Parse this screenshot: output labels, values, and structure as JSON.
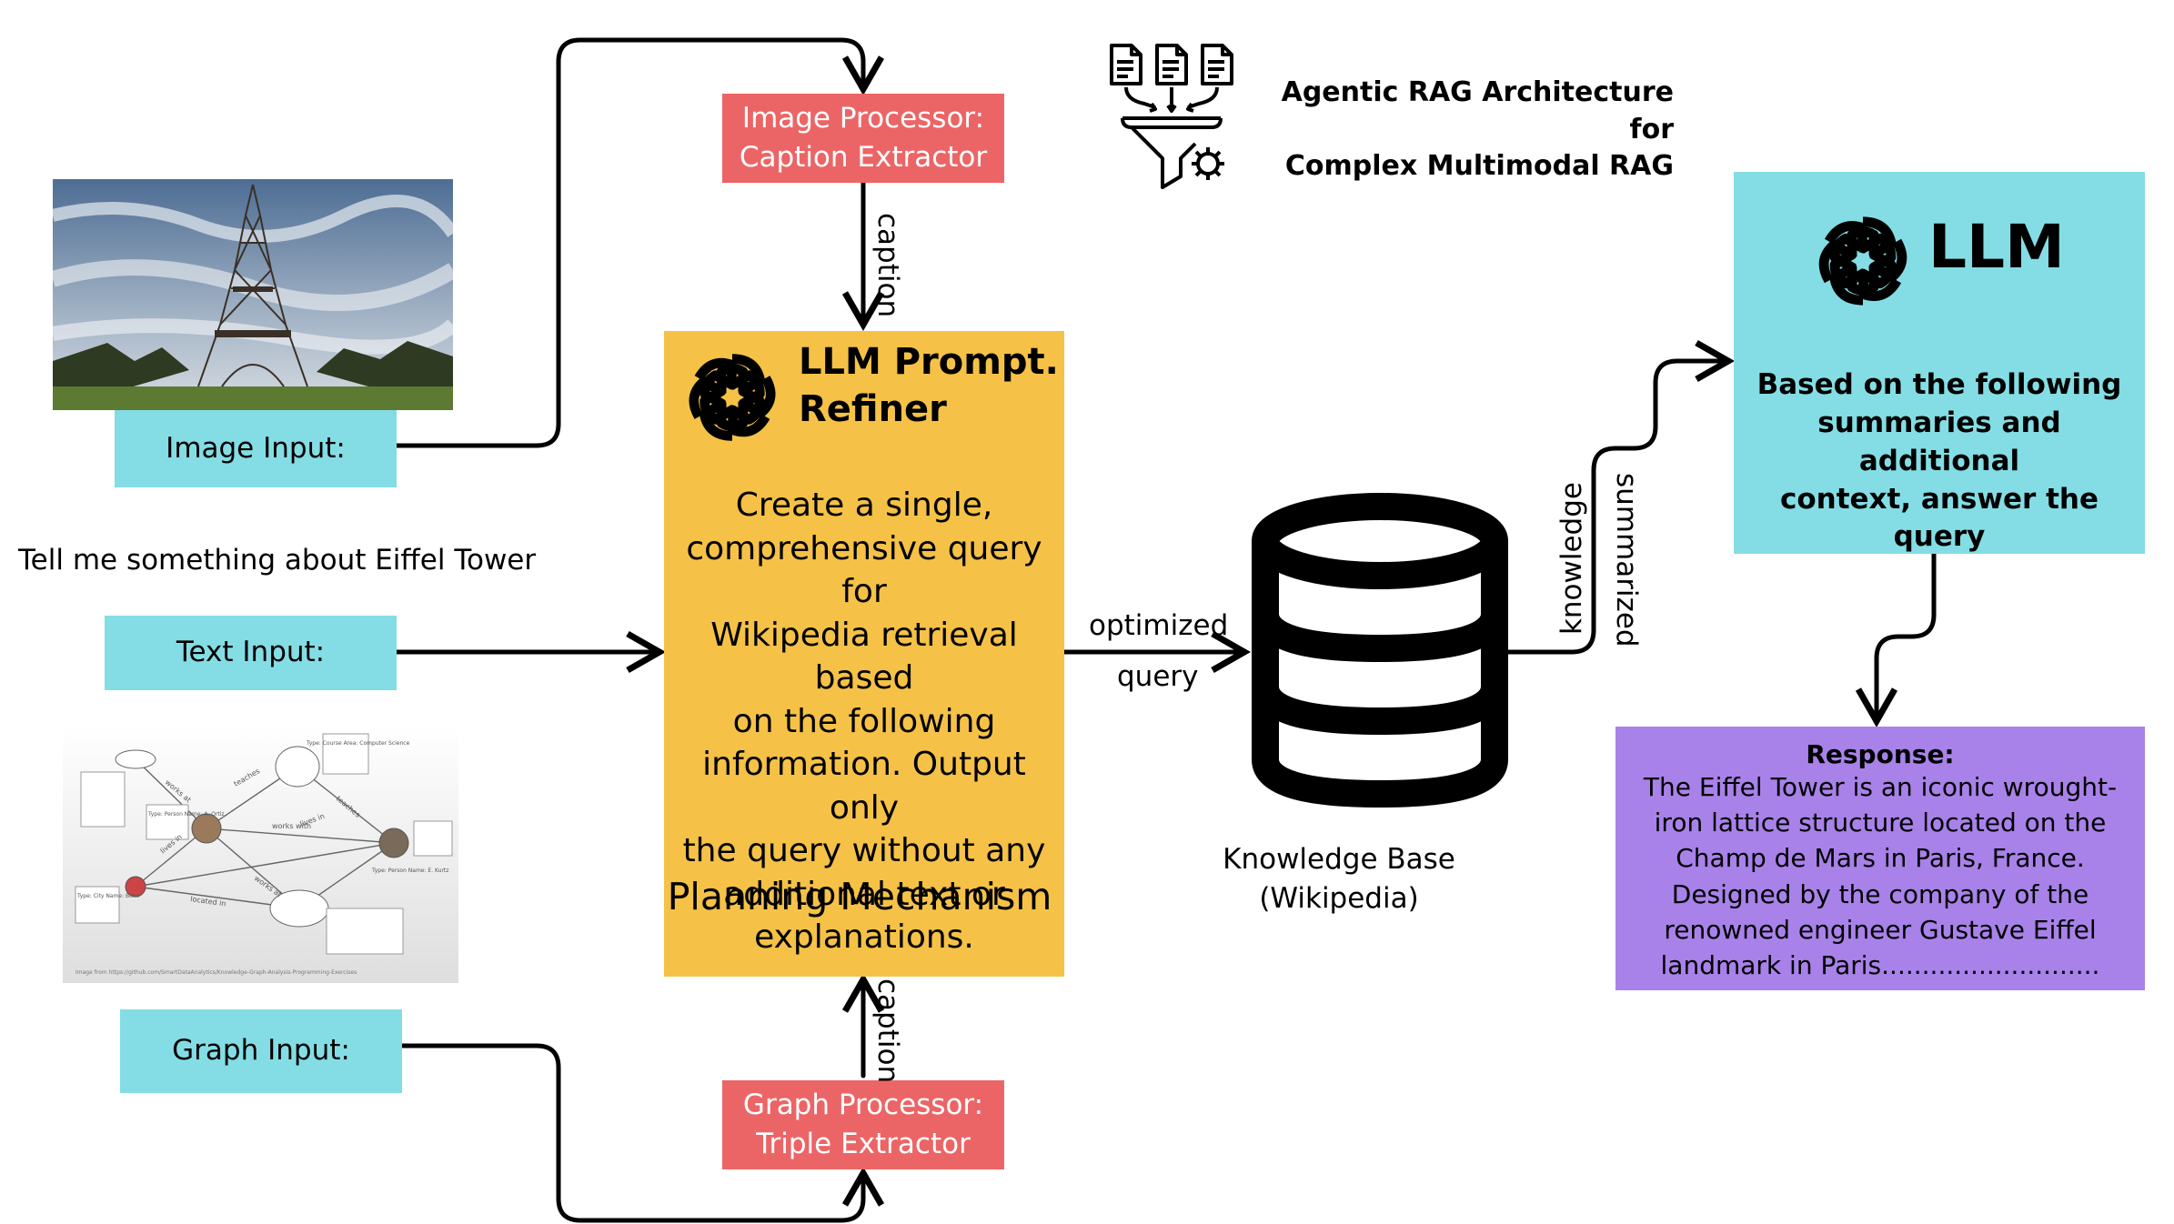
{
  "header": {
    "title_line1": "Agentic RAG Architecture for",
    "title_line2": "Complex Multimodal RAG",
    "icon": "document-funnel-gear-icon"
  },
  "inputs": {
    "image_label": "Image Input:",
    "text_prompt": "Tell me something about Eiffel Tower",
    "text_label": "Text Input:",
    "graph_label": "Graph Input:",
    "graph_image_caption": "Image from https://github.com/SmartDataAnalytics/Knowledge-Graph-Analysis-Programming-Exercises"
  },
  "graph_thumbnail": {
    "edges": [
      "works at",
      "works with",
      "lives in",
      "works at",
      "located in",
      "teaches",
      "teaches",
      "lives in"
    ],
    "nodes": [
      "Type: Person Name: A. Ortiz",
      "Type: Person Name: E. Kurtz",
      "Type: City Name: Bonn",
      "Type: Course Area: Computer Science"
    ]
  },
  "processors": {
    "image": {
      "line1": "Image Processor:",
      "line2": "Caption Extractor"
    },
    "graph": {
      "line1": "Graph Processor:",
      "line2": "Triple Extractor"
    }
  },
  "edges": {
    "caption_top": "caption",
    "caption_bottom": "caption",
    "optimized": "optimized",
    "query": "query",
    "knowledge": "knowledge",
    "summarized": "summarized"
  },
  "refiner": {
    "title_line1": "LLM Prompt.",
    "title_line2": "Refiner",
    "body_lines": [
      "Create a single,",
      "comprehensive query for",
      "Wikipedia retrieval based",
      "on the following",
      "information. Output only",
      "the query without any",
      "additional text or",
      "explanations."
    ],
    "footer": "Planning Mechanism",
    "icon": "openai-logo-icon"
  },
  "knowledge_base": {
    "line1": "Knowledge Base",
    "line2": "(Wikipedia)",
    "icon": "database-icon"
  },
  "llm": {
    "title": "LLM",
    "body_lines": [
      "Based on the following",
      "summaries and additional",
      "context, answer the query"
    ],
    "icon": "openai-logo-icon"
  },
  "response": {
    "heading": "Response:",
    "body_lines": [
      "The Eiffel Tower is an iconic wrought-",
      "iron lattice structure located on the",
      "Champ de Mars in Paris, France.",
      "Designed by the company of the",
      "renowned engineer Gustave Eiffel",
      "landmark in Paris..........................."
    ]
  },
  "colors": {
    "cyan": "#84dde4",
    "red": "#ec6566",
    "yellow": "#f5c247",
    "purple": "#a882e9"
  }
}
